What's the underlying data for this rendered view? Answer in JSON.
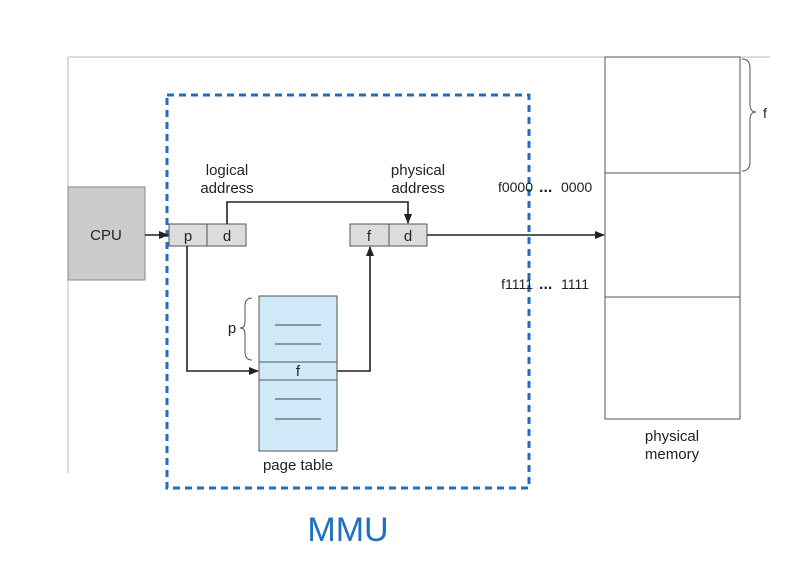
{
  "cpu": {
    "label": "CPU"
  },
  "logical_address": {
    "title_line1": "logical",
    "title_line2": "address",
    "page_field": "p",
    "offset_field": "d"
  },
  "physical_address": {
    "title_line1": "physical",
    "title_line2": "address",
    "frame_field": "f",
    "offset_field": "d"
  },
  "page_table": {
    "caption": "page table",
    "index_label": "p",
    "entry_label": "f"
  },
  "physical_memory": {
    "caption_line1": "physical",
    "caption_line2": "memory",
    "frame_brace_label": "f",
    "range_start": {
      "frame": "f0000",
      "dots": "...",
      "offset": "0000"
    },
    "range_end": {
      "frame": "f1111",
      "dots": "...",
      "offset": "1111"
    }
  },
  "mmu": {
    "label": "MMU"
  },
  "colors": {
    "mmu_border": "#1f6fbf",
    "mmu_text": "#1f6fbf",
    "cpu_fill": "#cccccc",
    "page_table_fill": "#cfe9f8",
    "register_fill": "#dcdcdc",
    "line": "#222222"
  }
}
